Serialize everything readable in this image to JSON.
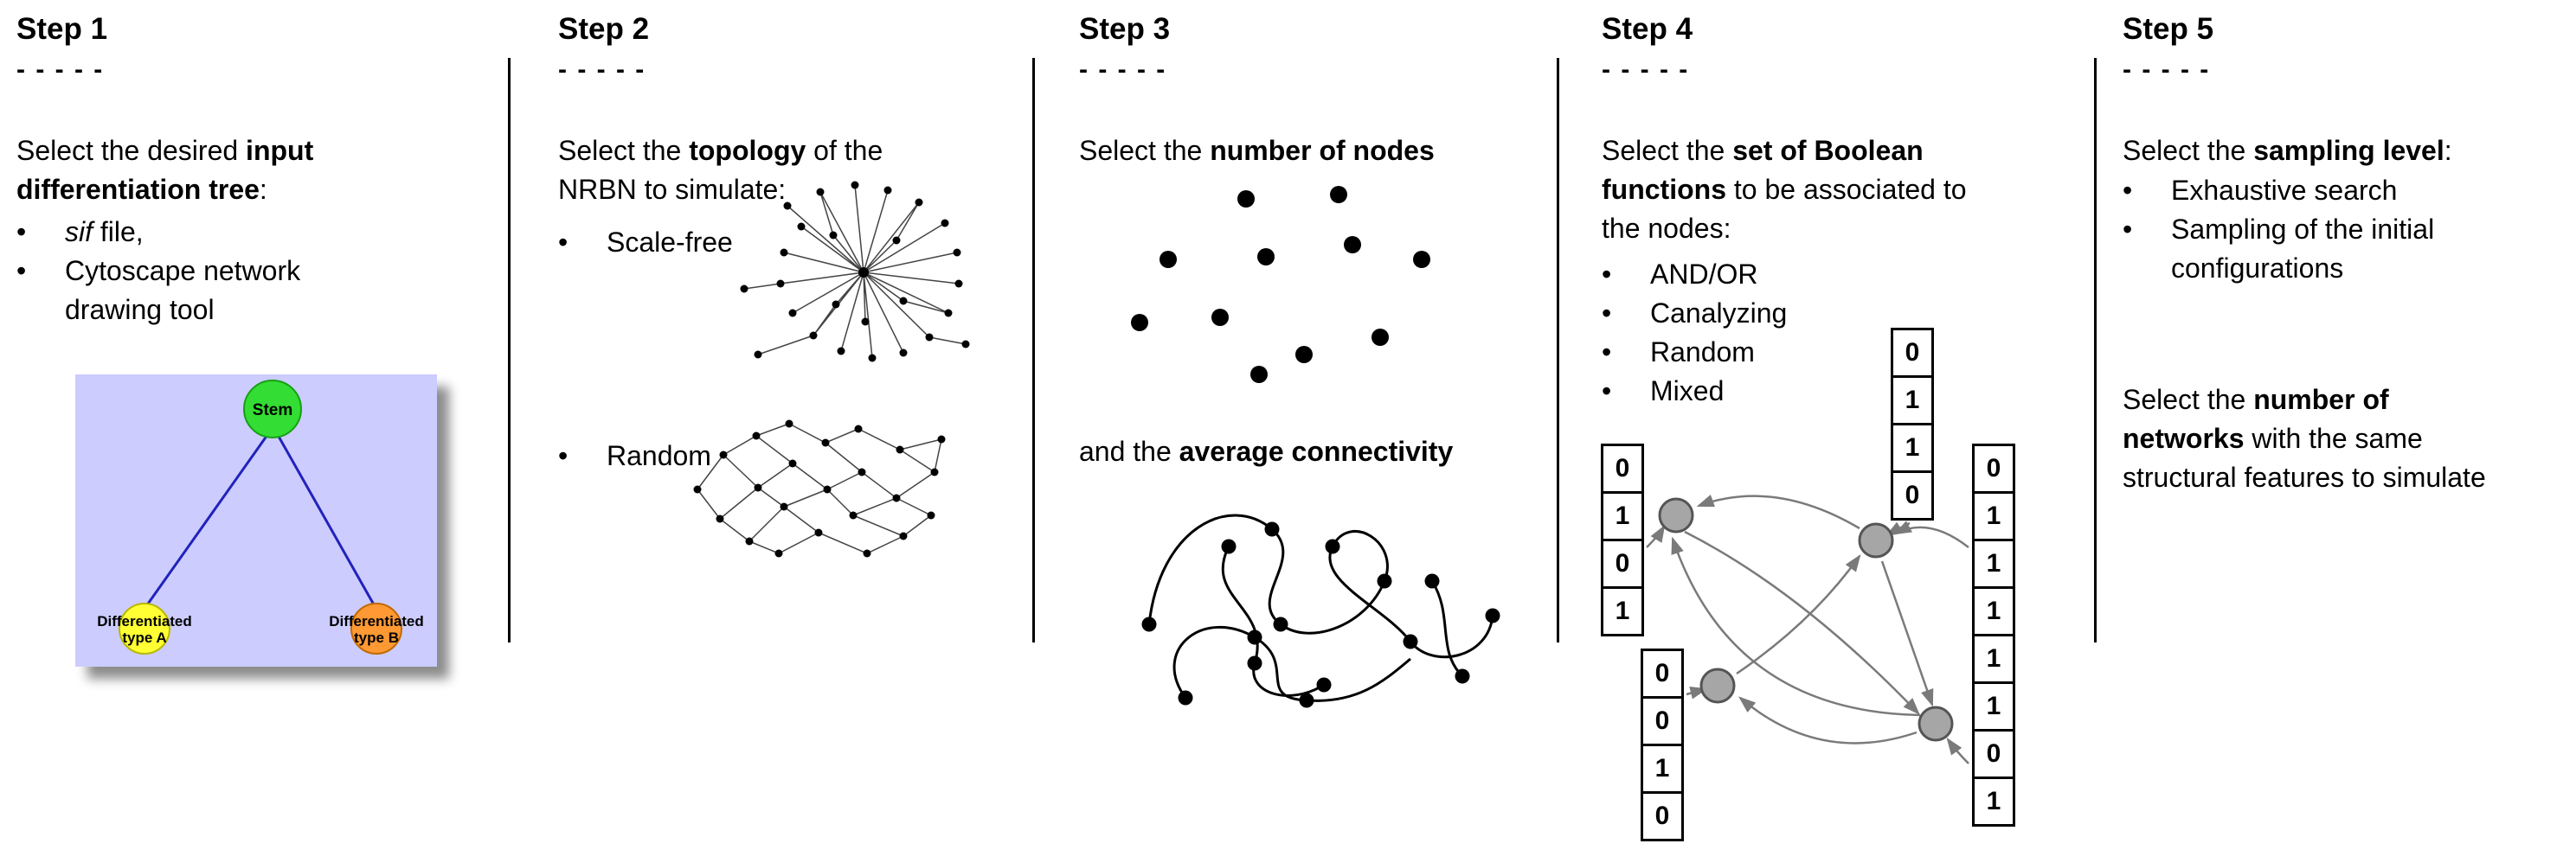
{
  "ui": {
    "bullet": "•"
  },
  "step1": {
    "title": "Step 1",
    "dashes": "- - - - -",
    "intro_lines": [
      [
        {
          "t": "Select the desired "
        },
        {
          "t": "input",
          "b": true
        }
      ],
      [
        {
          "t": "differentiation tree",
          "b": true
        },
        {
          "t": ":"
        }
      ]
    ],
    "bullet1_lines": [
      [
        {
          "t": "sif",
          "i": true
        },
        {
          "t": " file,"
        }
      ]
    ],
    "bullet2_lines": [
      [
        {
          "t": "Cytoscape network"
        }
      ],
      [
        {
          "t": "drawing tool"
        }
      ]
    ],
    "tree": {
      "stem_label": "Stem",
      "typeA_line1": "Differentiated",
      "typeA_line2": "type A",
      "typeB_line1": "Differentiated",
      "typeB_line2": "type B",
      "colors": {
        "background": "#ccccff",
        "stem": "#33dd33",
        "typeA": "#ffff33",
        "typeB": "#ff9933",
        "edge": "#2222bb"
      }
    }
  },
  "step2": {
    "title": "Step 2",
    "dashes": "- - - - -",
    "intro_lines": [
      [
        {
          "t": "Select the "
        },
        {
          "t": "topology",
          "b": true
        },
        {
          "t": " of the"
        }
      ],
      [
        {
          "t": "NRBN to simulate:"
        }
      ]
    ],
    "bullet1": "Scale-free",
    "bullet2": "Random"
  },
  "step3": {
    "title": "Step 3",
    "dashes": "- - - - -",
    "line1": [
      [
        {
          "t": "Select the "
        },
        {
          "t": "number of nodes",
          "b": true
        }
      ]
    ],
    "line2": [
      [
        {
          "t": "and the "
        },
        {
          "t": "average connectivity",
          "b": true
        }
      ]
    ]
  },
  "step4": {
    "title": "Step 4",
    "dashes": "- - - - -",
    "intro_lines": [
      [
        {
          "t": "Select the "
        },
        {
          "t": "set of Boolean",
          "b": true
        }
      ],
      [
        {
          "t": "functions",
          "b": true
        },
        {
          "t": " to be associated to"
        }
      ],
      [
        {
          "t": "the nodes:"
        }
      ]
    ],
    "bullets": [
      "AND/OR",
      "Canalyzing",
      "Random",
      "Mixed"
    ],
    "tables": {
      "left": [
        "0",
        "1",
        "0",
        "1"
      ],
      "top": [
        "0",
        "1",
        "1",
        "0"
      ],
      "bottom_left": [
        "0",
        "0",
        "1",
        "0"
      ],
      "right": [
        "0",
        "1",
        "1",
        "1",
        "1",
        "1",
        "0",
        "1"
      ]
    },
    "colors": {
      "node": "#a6a6a6",
      "arrow": "#7a7a7a"
    }
  },
  "step5": {
    "title": "Step 5",
    "dashes": "- - - - -",
    "intro_lines": [
      [
        {
          "t": "Select the "
        },
        {
          "t": "sampling level",
          "b": true
        },
        {
          "t": ":"
        }
      ]
    ],
    "bullet1_lines": [
      [
        {
          "t": "Exhaustive search"
        }
      ]
    ],
    "bullet2_lines": [
      [
        {
          "t": "Sampling of the initial"
        }
      ],
      [
        {
          "t": "configurations"
        }
      ]
    ],
    "para2_lines": [
      [
        {
          "t": "Select the "
        },
        {
          "t": "number of",
          "b": true
        }
      ],
      [
        {
          "t": "networks",
          "b": true
        },
        {
          "t": " with the same"
        }
      ],
      [
        {
          "t": "structural features to simulate"
        }
      ]
    ]
  }
}
